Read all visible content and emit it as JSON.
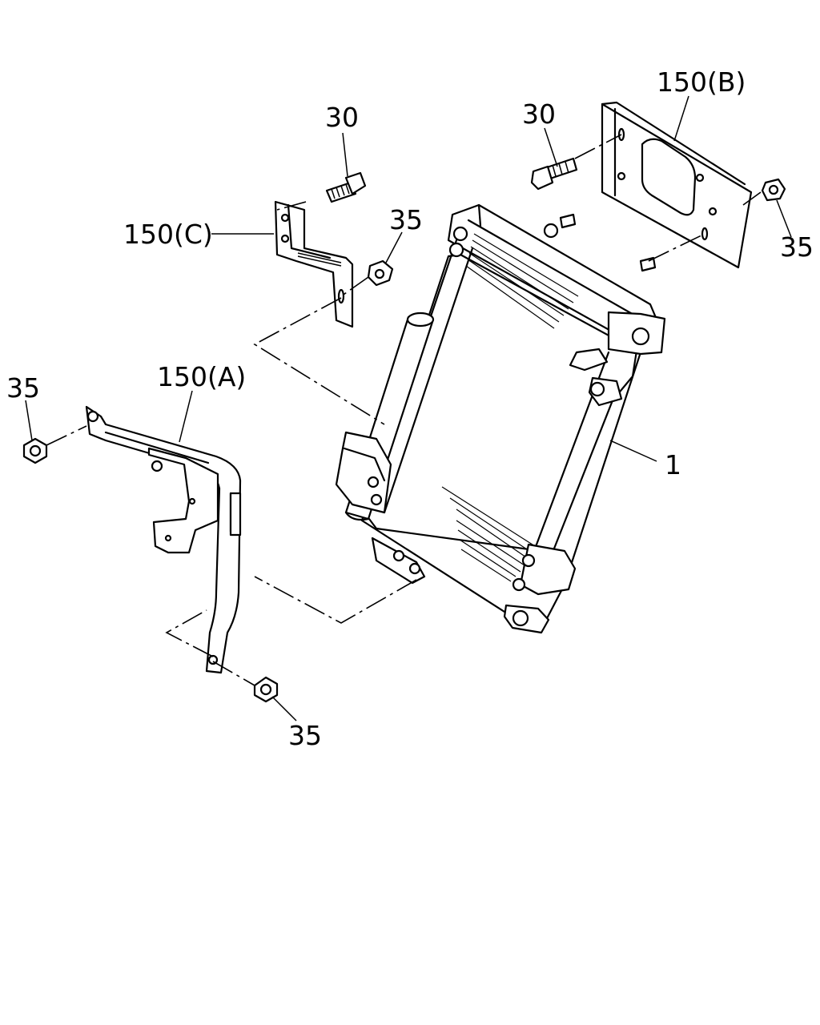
{
  "callouts": {
    "radiator": "1",
    "bolt_left": "30",
    "bolt_right": "30",
    "nut_center": "35",
    "nut_right": "35",
    "nut_left": "35",
    "nut_bottom": "35",
    "bracket_a": "150(A)",
    "bracket_b": "150(B)",
    "bracket_c": "150(C)"
  }
}
